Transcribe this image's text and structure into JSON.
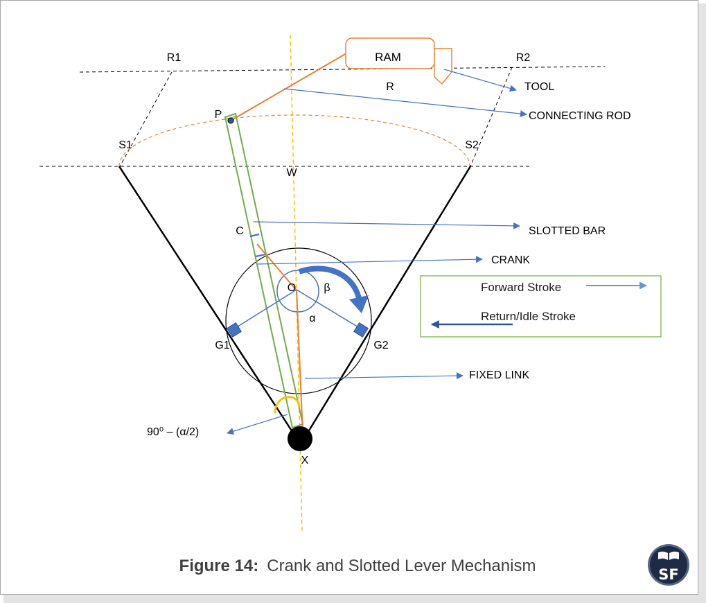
{
  "figure": {
    "caption_label": "Figure 14:",
    "caption_title": "Crank and Slotted Lever Mechanism"
  },
  "labels": {
    "r1": "R1",
    "r2": "R2",
    "ram": "RAM",
    "r": "R",
    "tool": "TOOL",
    "connecting_rod": "CONNECTING ROD",
    "p": "P",
    "s1": "S1",
    "s2": "S2",
    "w": "W",
    "c": "C",
    "slotted_bar": "SLOTTED BAR",
    "crank": "CRANK",
    "o": "O",
    "beta": "β",
    "alpha": "α",
    "g1": "G1",
    "g2": "G2",
    "fixed_link": "FIXED LINK",
    "angle": "90⁰ – (α/2)",
    "x": "X"
  },
  "legend": {
    "forward": "Forward Stroke",
    "return": "Return/Idle Stroke"
  },
  "logo": {
    "text": "SF",
    "icon": "open-book-icon"
  },
  "colors": {
    "orange": "#ED7D31",
    "blue": "#4472C4",
    "light_blue": "#5B9BD5",
    "dark_blue": "#2F5597",
    "green": "#70AD47",
    "yellow": "#FFC000",
    "black": "#000000",
    "caption": "#404040",
    "logo_bg": "#1F2A44"
  }
}
